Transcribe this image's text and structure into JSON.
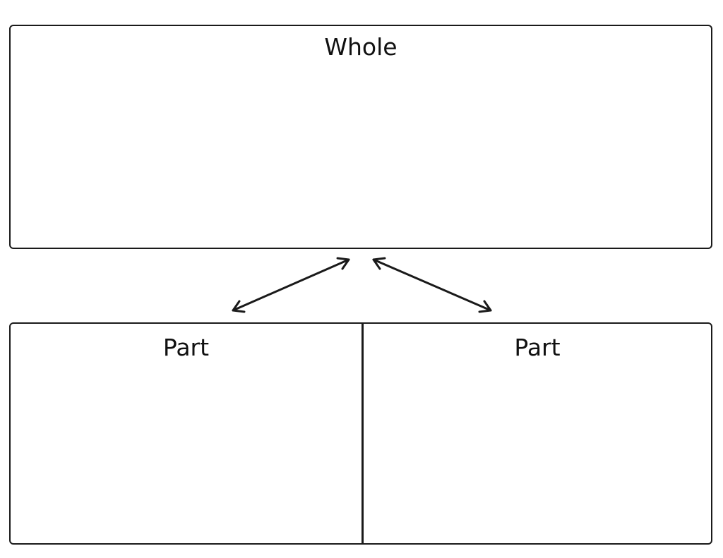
{
  "whole": {
    "label": "Whole"
  },
  "parts": [
    {
      "label": "Part"
    },
    {
      "label": "Part"
    }
  ],
  "colors": {
    "stroke": "#1a1a1a",
    "background": "#ffffff",
    "text": "#111111"
  }
}
